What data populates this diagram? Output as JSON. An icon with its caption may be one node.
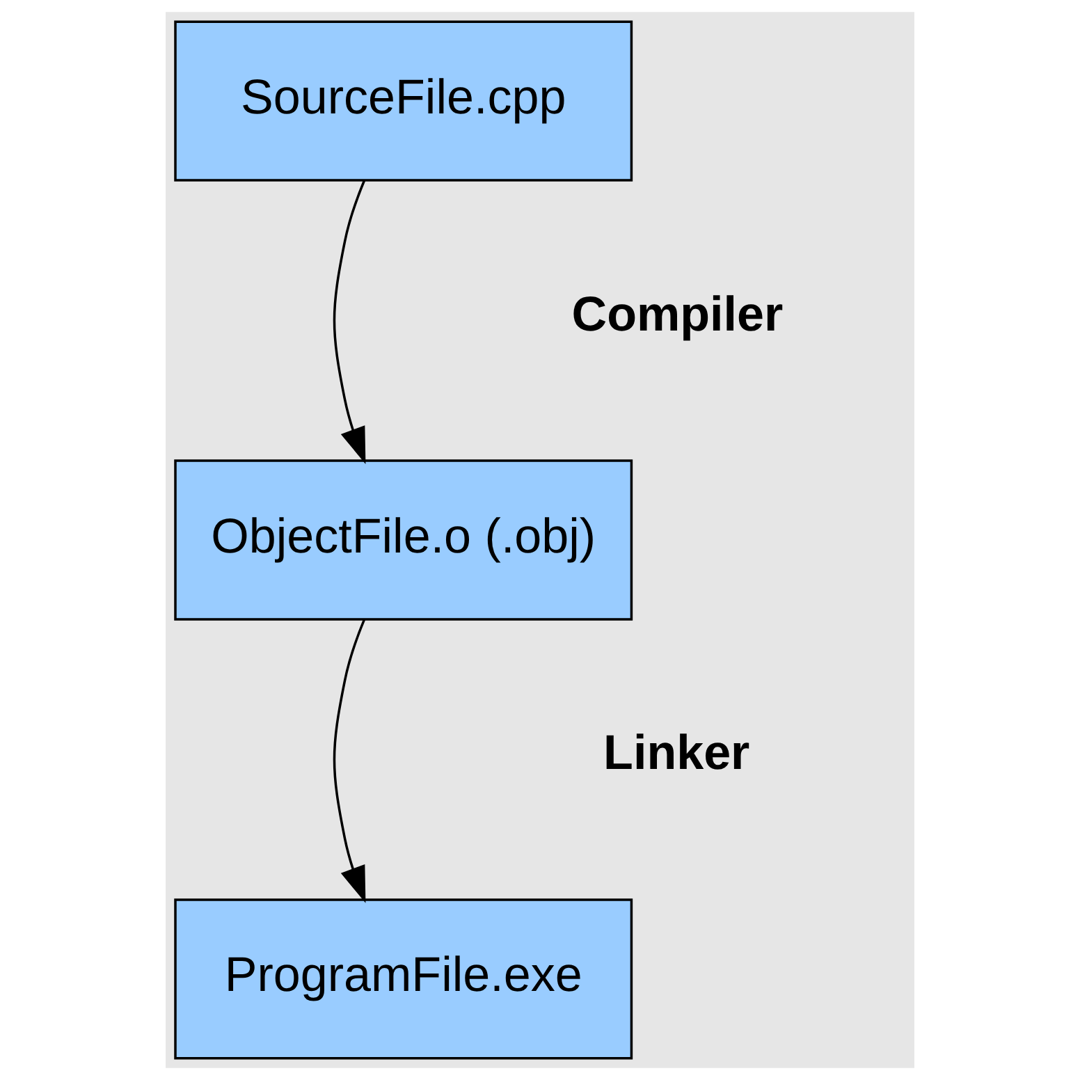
{
  "diagram": {
    "nodes": [
      {
        "text": [
          "SourceFile.cpp"
        ]
      },
      {
        "text": [
          "ObjectFile.o (.obj)"
        ]
      },
      {
        "text": [
          "ProgramFile.exe"
        ]
      }
    ],
    "edges": [
      {
        "from": 0,
        "to": 1,
        "arrow": "to"
      },
      {
        "from": 1,
        "to": 2,
        "arrow": "to"
      }
    ],
    "labels": [
      "Compiler",
      "Linker"
    ]
  }
}
